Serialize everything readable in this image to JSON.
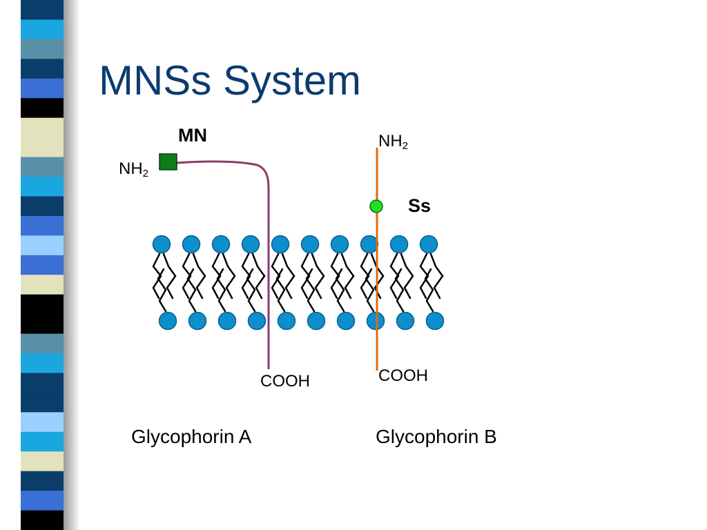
{
  "slide": {
    "title": "MNSs System"
  },
  "diagram": {
    "mn_label": "MN",
    "ss_label": "Ss",
    "glycophorin_a": {
      "nh2_main": "NH",
      "nh2_sub": "2",
      "cooh": "COOH",
      "caption": "Glycophorin A"
    },
    "glycophorin_b": {
      "nh2_main": "NH",
      "nh2_sub": "2",
      "cooh": "COOH",
      "caption": "Glycophorin B"
    }
  },
  "colors": {
    "title": "#0c3c6e",
    "head_fill": "#0c8fcc",
    "head_stroke": "#0a5f8e",
    "glycophorin_a_line": "#8b3a68",
    "glycophorin_b_line": "#e06a10",
    "mn_marker": "#0b7d1a",
    "ss_marker": "#22dd22"
  },
  "strip_colors": [
    "#0b3d6b",
    "#1aa7e0",
    "#5a8fa8",
    "#0b3d6b",
    "#3a6fd6",
    "#000000",
    "#e2e2bc",
    "#e2e2bc",
    "#5a8fa8",
    "#1aa7e0",
    "#0b3d6b",
    "#3a6fd6",
    "#9ad0ff",
    "#3a6fd6",
    "#e2e2bc",
    "#000000",
    "#000000",
    "#5a8fa8",
    "#1aa7e0",
    "#0b3d6b",
    "#0b3d6b",
    "#9ad0ff",
    "#1aa7e0",
    "#e2e2bc",
    "#0b3d6b",
    "#3a6fd6",
    "#000000"
  ]
}
